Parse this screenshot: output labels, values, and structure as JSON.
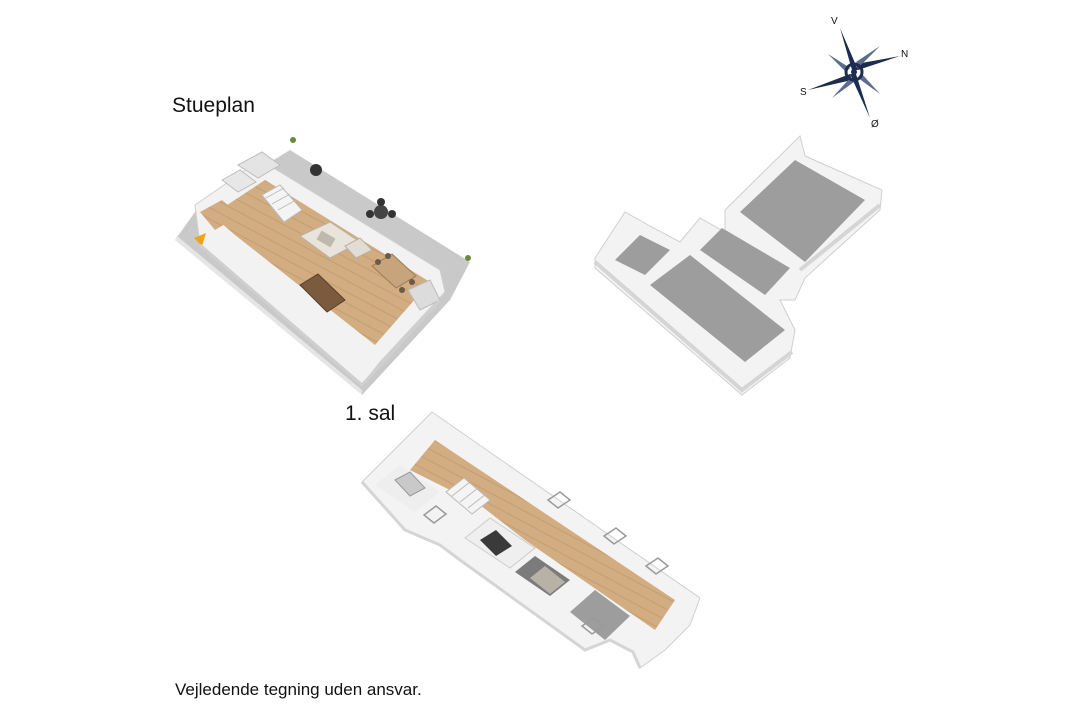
{
  "floors": {
    "ground_label": "Stueplan",
    "first_label": "1. sal"
  },
  "compass": {
    "north": "N",
    "south": "S",
    "east": "Ø",
    "west": "V"
  },
  "footer": {
    "disclaimer": "Vejledende tegning uden ansvar."
  },
  "colors": {
    "wood_floor": "#d3ad82",
    "grey_floor": "#9d9d9d",
    "wall": "#f2f2f2",
    "wall_shade": "#d9d9d9",
    "terrace": "#c7c7c7",
    "compass": "#1d2d4f"
  }
}
